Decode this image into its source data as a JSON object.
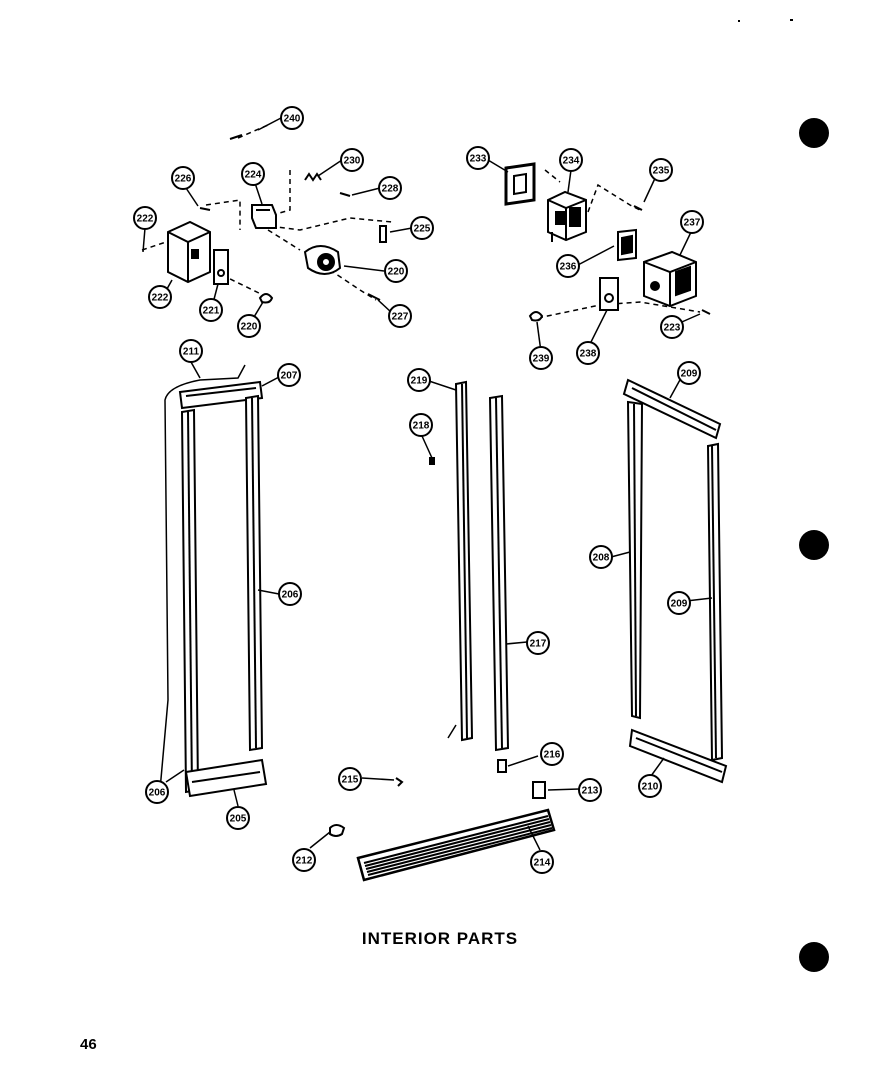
{
  "title": "INTERIOR PARTS",
  "page_number": "46",
  "callouts": [
    "240",
    "230",
    "226",
    "224",
    "228",
    "222",
    "225",
    "220",
    "222",
    "221",
    "220",
    "227",
    "233",
    "234",
    "235",
    "237",
    "236",
    "223",
    "238",
    "239",
    "211",
    "207",
    "219",
    "218",
    "209",
    "208",
    "209",
    "206",
    "217",
    "216",
    "215",
    "213",
    "210",
    "206",
    "205",
    "212",
    "214"
  ]
}
